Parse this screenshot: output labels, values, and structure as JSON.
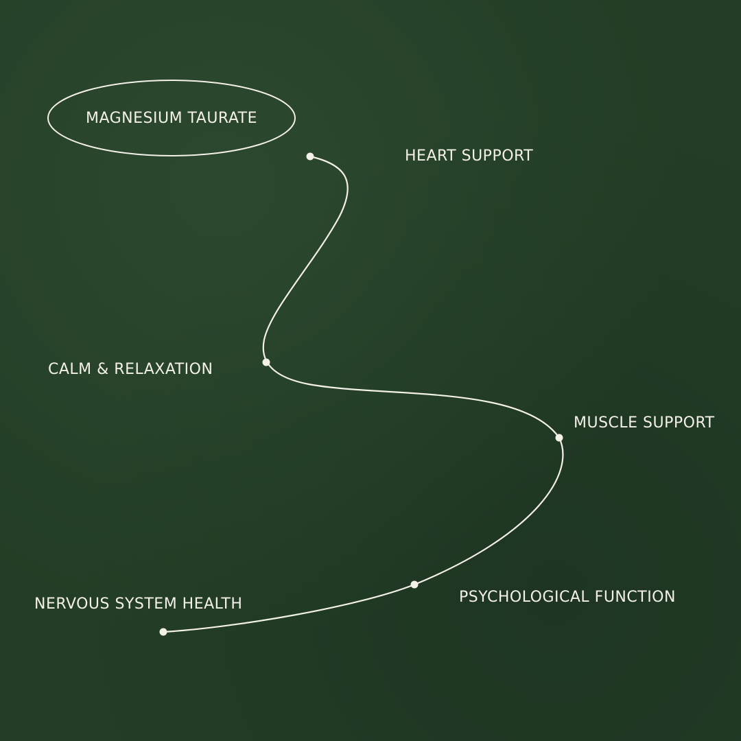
{
  "title": "MAGNESIUM TAURATE",
  "benefits": [
    "HEART SUPPORT",
    "CALM & RELAXATION",
    "MUSCLE SUPPORT",
    "PSYCHOLOGICAL FUNCTION",
    "NERVOUS SYSTEM HEALTH"
  ],
  "colors": {
    "background": "#233d26",
    "line": "#f4f1e8",
    "text": "#f4f1e8"
  }
}
